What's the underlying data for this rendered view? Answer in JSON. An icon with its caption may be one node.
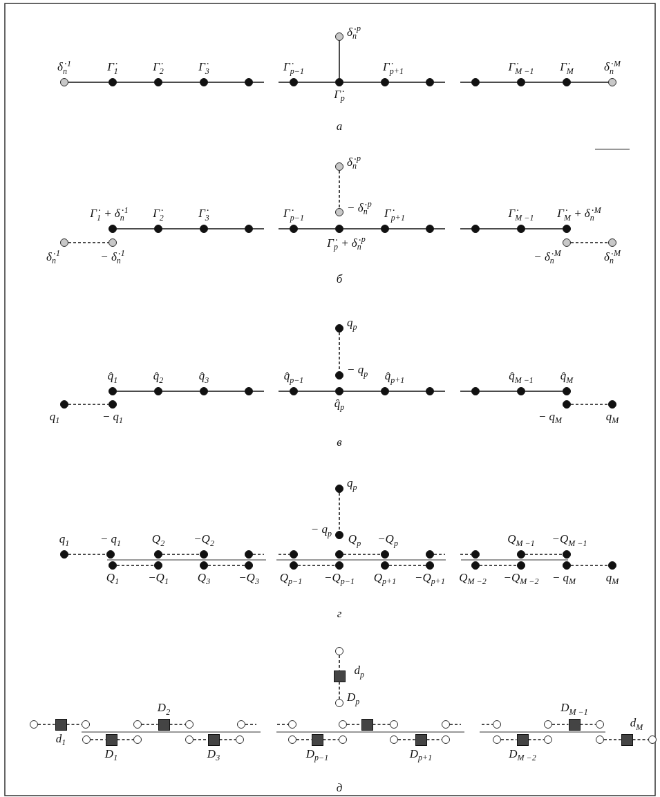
{
  "diagram": {
    "nodes": [
      {
        "text": [],
        "shape": "circle",
        "beside": [
          "δ̇$_{n}$$^{1}$"
        ]
      },
      {
        "text": [],
        "shape": "circle",
        "beside": [
          "Γ̇$_{1}$"
        ]
      },
      {
        "text": [],
        "shape": "circle",
        "beside": [
          "Γ̇$_{2}$"
        ]
      },
      {
        "text": [],
        "shape": "circle",
        "beside": [
          "Γ̇$_{3}$"
        ]
      },
      {
        "text": [],
        "shape": "circle"
      },
      {
        "text": [],
        "shape": "circle",
        "beside": [
          "Γ̇$_{p−1}$"
        ]
      },
      {
        "text": [],
        "shape": "circle",
        "beside": [
          "Γ̇$_{p}$"
        ]
      },
      {
        "text": [],
        "shape": "circle",
        "beside": [
          "Γ̇$_{p+1}$"
        ]
      },
      {
        "text": [],
        "shape": "circle"
      },
      {
        "text": [],
        "shape": "circle"
      },
      {
        "text": [],
        "shape": "circle",
        "beside": [
          "Γ̇$_{M −1}$"
        ]
      },
      {
        "text": [],
        "shape": "circle",
        "beside": [
          "Γ̇$_{M}$"
        ]
      },
      {
        "text": [],
        "shape": "circle",
        "beside": [
          "δ̇$_{n}$$^{M}$"
        ]
      },
      {
        "text": [],
        "shape": "circle",
        "beside": [
          "δ̇$_{n}$$^{p}$"
        ]
      },
      {
        "text": [],
        "shape": "circle",
        "beside": [
          "Γ̇$_{1}$ + δ̇$_{n}$$^{1}$"
        ]
      },
      {
        "text": [],
        "shape": "circle",
        "beside": [
          "Γ̇$_{2}$"
        ]
      },
      {
        "text": [],
        "shape": "circle",
        "beside": [
          "Γ̇$_{3}$"
        ]
      },
      {
        "text": [],
        "shape": "circle"
      },
      {
        "text": [],
        "shape": "circle",
        "beside": [
          "Γ̇$_{p−1}$"
        ]
      },
      {
        "text": [],
        "shape": "circle",
        "beside": [
          "Γ̇$_{p}$ + δ̇$_{n}$$^{p}$"
        ]
      },
      {
        "text": [],
        "shape": "circle",
        "beside": [
          "Γ̇$_{p+1}$"
        ]
      },
      {
        "text": [],
        "shape": "circle"
      },
      {
        "text": [],
        "shape": "circle"
      },
      {
        "text": [],
        "shape": "circle",
        "beside": [
          "Γ̇$_{M −1}$"
        ]
      },
      {
        "text": [],
        "shape": "circle",
        "beside": [
          "Γ̇$_{M}$ + δ̇$_{n}$$^{M}$"
        ]
      },
      {
        "text": [],
        "shape": "circle",
        "beside": [
          "δ̇$_{n}$$^{1}$"
        ]
      },
      {
        "text": [],
        "shape": "circle",
        "beside": [
          "− δ̇$_{n}$$^{1}$"
        ]
      },
      {
        "text": [],
        "shape": "circle",
        "beside": [
          "δ̇$_{n}$$^{p}$"
        ]
      },
      {
        "text": [],
        "shape": "circle",
        "beside": [
          "− δ̇$_{n}$$^{p}$"
        ]
      },
      {
        "text": [],
        "shape": "circle",
        "beside": [
          "− δ̇$_{n}$$^{M}$"
        ]
      },
      {
        "text": [],
        "shape": "circle",
        "beside": [
          "δ̇$_{n}$$^{M}$"
        ]
      },
      {
        "text": [],
        "shape": "circle",
        "beside": [
          "q̂$_{1}$"
        ]
      },
      {
        "text": [],
        "shape": "circle",
        "beside": [
          "q̂$_{2}$"
        ]
      },
      {
        "text": [],
        "shape": "circle",
        "beside": [
          "q̂$_{3}$"
        ]
      },
      {
        "text": [],
        "shape": "circle"
      },
      {
        "text": [],
        "shape": "circle",
        "beside": [
          "q̂$_{p−1}$"
        ]
      },
      {
        "text": [],
        "shape": "circle",
        "beside": [
          "q̂$_{p}$"
        ]
      },
      {
        "text": [],
        "shape": "circle",
        "beside": [
          "q̂$_{p+1}$"
        ]
      },
      {
        "text": [],
        "shape": "circle"
      },
      {
        "text": [],
        "shape": "circle"
      },
      {
        "text": [],
        "shape": "circle",
        "beside": [
          "q̂$_{M −1}$"
        ]
      },
      {
        "text": [],
        "shape": "circle",
        "beside": [
          "q̂$_{M}$"
        ]
      },
      {
        "text": [],
        "shape": "circle",
        "beside": [
          "q$_{1}$"
        ]
      },
      {
        "text": [],
        "shape": "circle",
        "beside": [
          "− q$_{1}$"
        ]
      },
      {
        "text": [],
        "shape": "circle",
        "beside": [
          "q$_{p}$"
        ]
      },
      {
        "text": [],
        "shape": "circle",
        "beside": [
          "− q$_{p}$"
        ]
      },
      {
        "text": [],
        "shape": "circle",
        "beside": [
          "− q$_{M}$"
        ]
      },
      {
        "text": [],
        "shape": "circle",
        "beside": [
          "q$_{M}$"
        ]
      },
      {
        "text": [],
        "shape": "circle",
        "beside": [
          "q$_{p}$"
        ]
      },
      {
        "text": [],
        "shape": "circle",
        "beside": [
          "− q$_{p}$"
        ]
      },
      {
        "text": [],
        "shape": "circle",
        "beside": [
          "q$_{1}$"
        ]
      },
      {
        "text": [],
        "shape": "circle",
        "beside": [
          "− q$_{1}$"
        ]
      },
      {
        "text": [],
        "shape": "circle",
        "beside": [
          "Q$_{2}$"
        ]
      },
      {
        "text": [],
        "shape": "circle",
        "beside": [
          "−Q$_{2}$"
        ]
      },
      {
        "text": [],
        "shape": "circle"
      },
      {
        "text": [],
        "shape": "circle"
      },
      {
        "text": [],
        "shape": "circle",
        "beside": [
          "Q$_{p}$"
        ]
      },
      {
        "text": [],
        "shape": "circle",
        "beside": [
          "−Q$_{p}$"
        ]
      },
      {
        "text": [],
        "shape": "circle"
      },
      {
        "text": [],
        "shape": "circle"
      },
      {
        "text": [],
        "shape": "circle",
        "beside": [
          "Q$_{M −1}$"
        ]
      },
      {
        "text": [],
        "shape": "circle",
        "beside": [
          "−Q$_{M −1}$"
        ]
      },
      {
        "text": [],
        "shape": "circle",
        "beside": [
          "Q$_{1}$"
        ]
      },
      {
        "text": [],
        "shape": "circle",
        "beside": [
          "−Q$_{1}$"
        ]
      },
      {
        "text": [],
        "shape": "circle",
        "beside": [
          "Q$_{3}$"
        ]
      },
      {
        "text": [],
        "shape": "circle",
        "beside": [
          "−Q$_{3}$"
        ]
      },
      {
        "text": [],
        "shape": "circle",
        "beside": [
          "Q$_{p−1}$"
        ]
      },
      {
        "text": [],
        "shape": "circle",
        "beside": [
          "−Q$_{p−1}$"
        ]
      },
      {
        "text": [],
        "shape": "circle",
        "beside": [
          "Q$_{p+1}$"
        ]
      },
      {
        "text": [],
        "shape": "circle",
        "beside": [
          "−Q$_{p+1}$"
        ]
      },
      {
        "text": [],
        "shape": "circle",
        "beside": [
          "Q$_{M −2}$"
        ]
      },
      {
        "text": [],
        "shape": "circle",
        "beside": [
          "−Q$_{M −2}$"
        ]
      },
      {
        "text": [],
        "shape": "circle",
        "beside": [
          "− q$_{M}$"
        ]
      },
      {
        "text": [],
        "shape": "circle",
        "beside": [
          "q$_{M}$"
        ]
      },
      {
        "text": [],
        "shape": "circle"
      },
      {
        "text": [],
        "shape": "box",
        "beside": [
          "d$_{p}$"
        ]
      },
      {
        "text": [],
        "shape": "circle",
        "beside": [
          "D$_{p}$"
        ]
      },
      {
        "text": [],
        "shape": "circle"
      },
      {
        "text": [],
        "shape": "box",
        "beside": [
          "d$_{1}$"
        ]
      },
      {
        "text": [],
        "shape": "circle"
      },
      {
        "text": [],
        "shape": "circle"
      },
      {
        "text": [],
        "shape": "box",
        "beside": [
          "D$_{1}$"
        ]
      },
      {
        "text": [],
        "shape": "circle"
      },
      {
        "text": [],
        "shape": "circle"
      },
      {
        "text": [],
        "shape": "box",
        "beside": [
          "D$_{2}$"
        ]
      },
      {
        "text": [],
        "shape": "circle"
      },
      {
        "text": [],
        "shape": "circle"
      },
      {
        "text": [],
        "shape": "box",
        "beside": [
          "D$_{3}$"
        ]
      },
      {
        "text": [],
        "shape": "circle"
      },
      {
        "text": [],
        "shape": "circle"
      },
      {
        "text": [],
        "shape": "circle"
      },
      {
        "text": [],
        "shape": "circle"
      },
      {
        "text": [],
        "shape": "box",
        "beside": [
          "D$_{p−1}$"
        ]
      },
      {
        "text": [],
        "shape": "circle"
      },
      {
        "text": [],
        "shape": "circle"
      },
      {
        "text": [],
        "shape": "box"
      },
      {
        "text": [],
        "shape": "circle"
      },
      {
        "text": [],
        "shape": "circle"
      },
      {
        "text": [],
        "shape": "box",
        "beside": [
          "D$_{p+1}$"
        ]
      },
      {
        "text": [],
        "shape": "circle"
      },
      {
        "text": [],
        "shape": "circle"
      },
      {
        "text": [],
        "shape": "circle"
      },
      {
        "text": [],
        "shape": "circle"
      },
      {
        "text": [],
        "shape": "box",
        "beside": [
          "D$_{M −2}$"
        ]
      },
      {
        "text": [],
        "shape": "circle"
      },
      {
        "text": [],
        "shape": "circle"
      },
      {
        "text": [],
        "shape": "box",
        "beside": [
          "D$_{M −1}$"
        ]
      },
      {
        "text": [],
        "shape": "circle"
      },
      {
        "text": [],
        "shape": "circle"
      },
      {
        "text": [],
        "shape": "box",
        "beside": [
          "d$_{M}$"
        ]
      },
      {
        "text": [],
        "shape": "circle"
      }
    ],
    "edges": [
      {
        "from": 0,
        "to": 1,
        "arrow": "none"
      },
      {
        "from": 1,
        "to": 2,
        "arrow": "none"
      },
      {
        "from": 2,
        "to": 3,
        "arrow": "none"
      },
      {
        "from": 3,
        "to": 4,
        "arrow": "none"
      },
      {
        "from": 4,
        "to": null,
        "arrow": "none"
      },
      {
        "from": null,
        "to": 5,
        "arrow": "none"
      },
      {
        "from": 5,
        "to": 6,
        "arrow": "none"
      },
      {
        "from": 6,
        "to": 7,
        "arrow": "none"
      },
      {
        "from": 7,
        "to": 8,
        "arrow": "none"
      },
      {
        "from": 8,
        "to": null,
        "arrow": "none"
      },
      {
        "from": null,
        "to": 9,
        "arrow": "none"
      },
      {
        "from": 9,
        "to": 10,
        "arrow": "none"
      },
      {
        "from": 10,
        "to": 11,
        "arrow": "none"
      },
      {
        "from": 11,
        "to": 12,
        "arrow": "none"
      },
      {
        "from": 13,
        "to": 6,
        "arrow": "none"
      },
      {
        "from": 14,
        "to": 15,
        "arrow": "none"
      },
      {
        "from": 15,
        "to": 16,
        "arrow": "none"
      },
      {
        "from": 16,
        "to": 17,
        "arrow": "none"
      },
      {
        "from": 17,
        "to": null,
        "arrow": "none"
      },
      {
        "from": null,
        "to": 18,
        "arrow": "none"
      },
      {
        "from": 18,
        "to": 19,
        "arrow": "none"
      },
      {
        "from": 19,
        "to": 20,
        "arrow": "none"
      },
      {
        "from": 20,
        "to": 21,
        "arrow": "none"
      },
      {
        "from": 21,
        "to": null,
        "arrow": "none"
      },
      {
        "from": null,
        "to": 22,
        "arrow": "none"
      },
      {
        "from": 22,
        "to": 23,
        "arrow": "none"
      },
      {
        "from": 23,
        "to": 24,
        "arrow": "none"
      },
      {
        "from": 25,
        "to": 26,
        "arrow": "none",
        "style": "dashed"
      },
      {
        "from": 27,
        "to": 28,
        "arrow": "none",
        "style": "dashed"
      },
      {
        "from": 29,
        "to": 30,
        "arrow": "none",
        "style": "dashed"
      },
      {
        "from": 31,
        "to": 32,
        "arrow": "none"
      },
      {
        "from": 32,
        "to": 33,
        "arrow": "none"
      },
      {
        "from": 33,
        "to": 34,
        "arrow": "none"
      },
      {
        "from": 34,
        "to": null,
        "arrow": "none"
      },
      {
        "from": null,
        "to": 35,
        "arrow": "none"
      },
      {
        "from": 35,
        "to": 36,
        "arrow": "none"
      },
      {
        "from": 36,
        "to": 37,
        "arrow": "none"
      },
      {
        "from": 37,
        "to": 38,
        "arrow": "none"
      },
      {
        "from": 38,
        "to": null,
        "arrow": "none"
      },
      {
        "from": null,
        "to": 39,
        "arrow": "none"
      },
      {
        "from": 39,
        "to": 40,
        "arrow": "none"
      },
      {
        "from": 40,
        "to": 41,
        "arrow": "none"
      },
      {
        "from": 42,
        "to": 43,
        "arrow": "none",
        "style": "dashed"
      },
      {
        "from": 44,
        "to": 45,
        "arrow": "none",
        "style": "dashed"
      },
      {
        "from": 46,
        "to": 47,
        "arrow": "none",
        "style": "dashed"
      },
      {
        "from": 48,
        "to": 49,
        "arrow": "none",
        "style": "dashed"
      },
      {
        "from": 50,
        "to": 51,
        "arrow": "none",
        "style": "dashed"
      },
      {
        "from": 52,
        "to": 53,
        "arrow": "none",
        "style": "dashed"
      },
      {
        "from": 54,
        "to": null,
        "arrow": "none",
        "style": "dashed"
      },
      {
        "from": null,
        "to": 55,
        "arrow": "none",
        "style": "dashed"
      },
      {
        "from": 56,
        "to": 57,
        "arrow": "none",
        "style": "dashed"
      },
      {
        "from": 58,
        "to": null,
        "arrow": "none",
        "style": "dashed"
      },
      {
        "from": null,
        "to": 59,
        "arrow": "none",
        "style": "dashed"
      },
      {
        "from": 60,
        "to": 61,
        "arrow": "none",
        "style": "dashed"
      },
      {
        "from": 62,
        "to": 63,
        "arrow": "none",
        "style": "dashed"
      },
      {
        "from": 64,
        "to": 65,
        "arrow": "none",
        "style": "dashed"
      },
      {
        "from": 66,
        "to": 67,
        "arrow": "none",
        "style": "dashed"
      },
      {
        "from": 68,
        "to": 69,
        "arrow": "none",
        "style": "dashed"
      },
      {
        "from": 70,
        "to": 71,
        "arrow": "none",
        "style": "dashed"
      },
      {
        "from": 72,
        "to": 73,
        "arrow": "none",
        "style": "dashed"
      },
      {
        "from": 74,
        "to": 75,
        "arrow": "none",
        "style": "dashed"
      },
      {
        "from": 75,
        "to": 76,
        "arrow": "none",
        "style": "dashed"
      },
      {
        "from": 77,
        "to": 78,
        "arrow": "none",
        "style": "dashed"
      },
      {
        "from": 78,
        "to": 79,
        "arrow": "none",
        "style": "dashed"
      },
      {
        "from": 80,
        "to": 81,
        "arrow": "none",
        "style": "dashed"
      },
      {
        "from": 81,
        "to": 82,
        "arrow": "none",
        "style": "dashed"
      },
      {
        "from": 83,
        "to": 84,
        "arrow": "none",
        "style": "dashed"
      },
      {
        "from": 84,
        "to": 85,
        "arrow": "none",
        "style": "dashed"
      },
      {
        "from": 86,
        "to": 87,
        "arrow": "none",
        "style": "dashed"
      },
      {
        "from": 87,
        "to": 88,
        "arrow": "none",
        "style": "dashed"
      },
      {
        "from": 89,
        "to": null,
        "arrow": "none",
        "style": "dashed"
      },
      {
        "from": null,
        "to": 90,
        "arrow": "none",
        "style": "dashed"
      },
      {
        "from": 91,
        "to": 92,
        "arrow": "none",
        "style": "dashed"
      },
      {
        "from": 92,
        "to": 93,
        "arrow": "none",
        "style": "dashed"
      },
      {
        "from": 94,
        "to": 95,
        "arrow": "none",
        "style": "dashed"
      },
      {
        "from": 95,
        "to": 96,
        "arrow": "none",
        "style": "dashed"
      },
      {
        "from": 97,
        "to": 98,
        "arrow": "none",
        "style": "dashed"
      },
      {
        "from": 98,
        "to": 99,
        "arrow": "none",
        "style": "dashed"
      },
      {
        "from": 100,
        "to": null,
        "arrow": "none",
        "style": "dashed"
      },
      {
        "from": null,
        "to": 101,
        "arrow": "none",
        "style": "dashed"
      },
      {
        "from": 102,
        "to": 103,
        "arrow": "none",
        "style": "dashed"
      },
      {
        "from": 103,
        "to": 104,
        "arrow": "none",
        "style": "dashed"
      },
      {
        "from": 105,
        "to": 106,
        "arrow": "none",
        "style": "dashed"
      },
      {
        "from": 106,
        "to": 107,
        "arrow": "none",
        "style": "dashed"
      },
      {
        "from": 108,
        "to": 109,
        "arrow": "none",
        "style": "dashed"
      },
      {
        "from": 109,
        "to": 110,
        "arrow": "none",
        "style": "dashed"
      }
    ],
    "labels": [
      "а",
      "б",
      "в",
      "г",
      "д"
    ]
  }
}
